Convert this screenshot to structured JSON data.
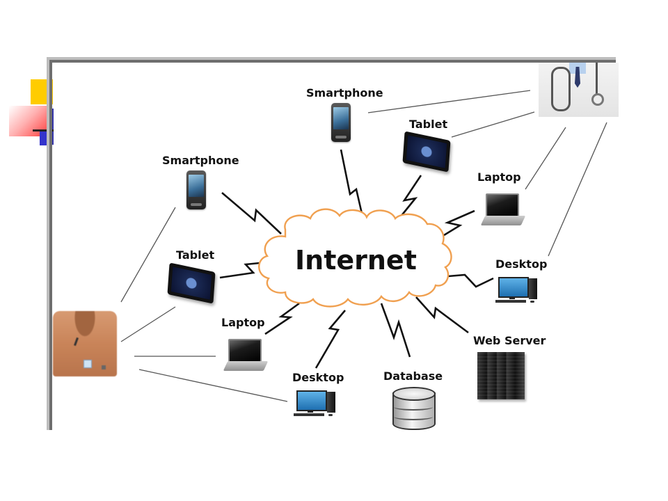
{
  "diagram": {
    "center": {
      "label": "Internet",
      "cloud_stroke": "#f0a050"
    },
    "patient": {
      "icon": "patient-chest-with-sensors"
    },
    "doctor": {
      "icon": "doctor-with-stethoscope"
    },
    "nodes": [
      {
        "id": "smartphone-top",
        "label": "Smartphone",
        "icon": "smartphone-icon",
        "link_to": "Internet",
        "side_link": "doctor"
      },
      {
        "id": "tablet-top",
        "label": "Tablet",
        "icon": "tablet-icon",
        "link_to": "Internet",
        "side_link": "doctor"
      },
      {
        "id": "laptop-right",
        "label": "Laptop",
        "icon": "laptop-icon",
        "link_to": "Internet",
        "side_link": "doctor"
      },
      {
        "id": "desktop-right",
        "label": "Desktop",
        "icon": "desktop-icon",
        "link_to": "Internet",
        "side_link": "doctor"
      },
      {
        "id": "web-server",
        "label": "Web Server",
        "icon": "server-icon",
        "link_to": "Internet"
      },
      {
        "id": "database",
        "label": "Database",
        "icon": "database-icon",
        "link_to": "Internet"
      },
      {
        "id": "desktop-bottom",
        "label": "Desktop",
        "icon": "desktop-icon",
        "link_to": "Internet",
        "side_link": "patient"
      },
      {
        "id": "laptop-left",
        "label": "Laptop",
        "icon": "laptop-icon",
        "link_to": "Internet",
        "side_link": "patient"
      },
      {
        "id": "tablet-left",
        "label": "Tablet",
        "icon": "tablet-icon",
        "link_to": "Internet",
        "side_link": "patient"
      },
      {
        "id": "smartphone-left",
        "label": "Smartphone",
        "icon": "smartphone-icon",
        "link_to": "Internet",
        "side_link": "patient"
      }
    ],
    "colors": {
      "wireless_link": "#111111",
      "wired_link": "#555555",
      "frame_light": "#bdbdbd",
      "frame_dark": "#6e6e6e",
      "deco_yellow": "#ffcc00",
      "deco_red": "#ff3030",
      "deco_blue": "#3333cc"
    }
  }
}
